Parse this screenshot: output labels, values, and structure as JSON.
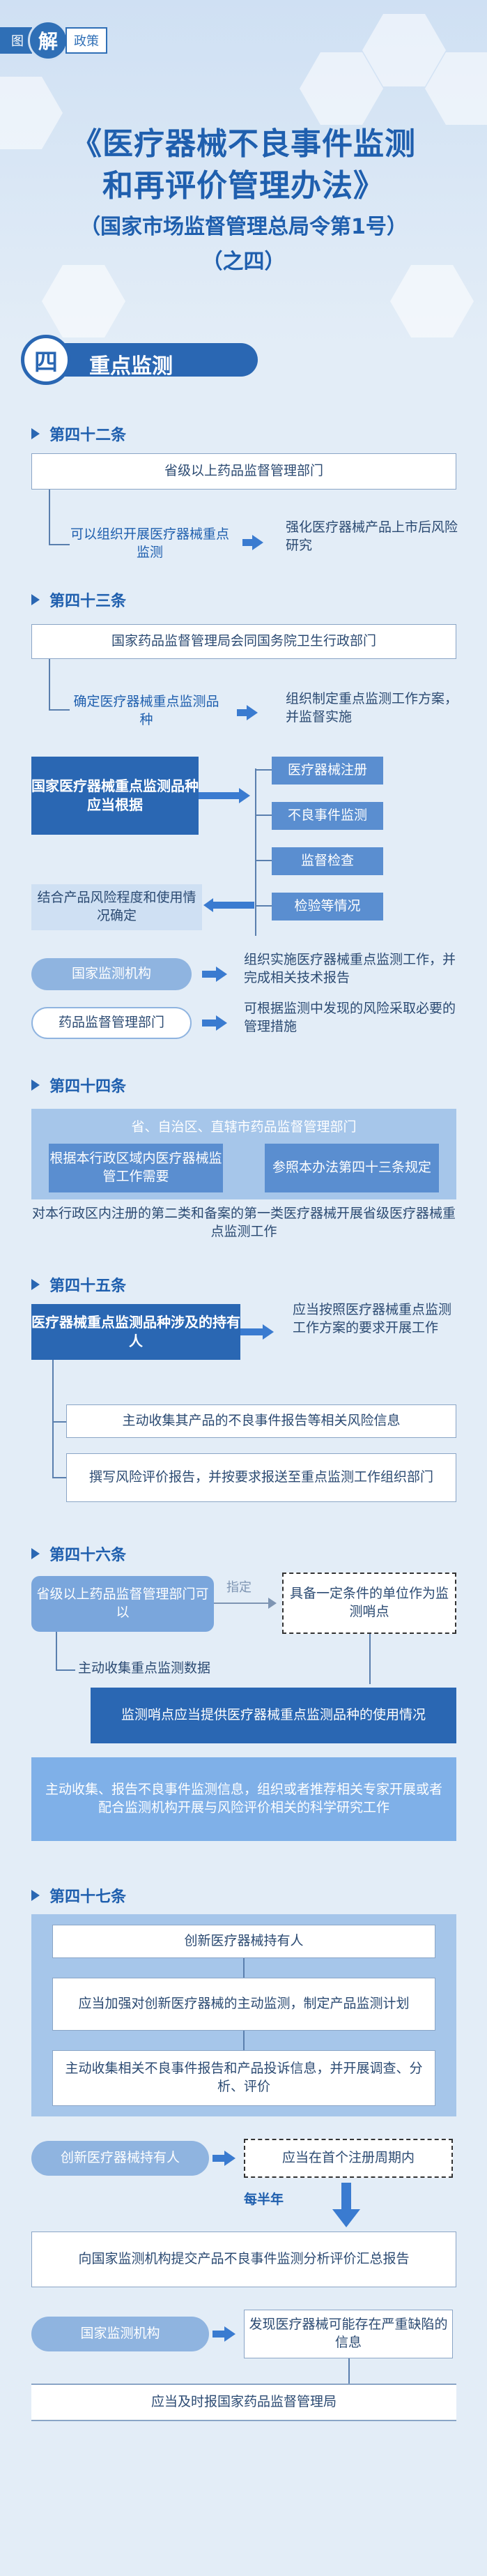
{
  "header": {
    "logo_left": "图",
    "logo_mid": "解",
    "logo_right": "政策",
    "title_line1": "《医疗器械不良事件监测",
    "title_line2": "和再评价管理办法》",
    "subtitle": "（国家市场监督管理总局令第1号）",
    "part": "（之四）"
  },
  "section": {
    "number": "四",
    "label": "重点监测"
  },
  "art42": {
    "heading": "第四十二条",
    "top_box": "省级以上药品监督管理部门",
    "left_box": "可以组织开展医疗器械重点监测",
    "right_text": "强化医疗器械产品上市后风险研究"
  },
  "art43": {
    "heading": "第四十三条",
    "top_box": "国家药品监督管理局会同国务院卫生行政部门",
    "left_box": "确定医疗器械重点监测品种",
    "right_text": "组织制定重点监测工作方案，并监督实施",
    "basis_box": "国家医疗器械重点监测品种应当根据",
    "basis_items": [
      "医疗器械注册",
      "不良事件监测",
      "监督检查",
      "检验等情况"
    ],
    "combine_text": "结合产品风险程度和使用情况确定",
    "agency_pill": "国家监测机构",
    "agency_text": "组织实施医疗器械重点监测工作，并完成相关技术报告",
    "admin_pill": "药品监督管理部门",
    "admin_text": "可根据监测中发现的风险采取必要的管理措施"
  },
  "art44": {
    "heading": "第四十四条",
    "top_box": "省、自治区、直辖市药品监督管理部门",
    "left_box": "根据本行政区域内医疗器械监管工作需要",
    "right_box": "参照本办法第四十三条规定",
    "bottom_text": "对本行政区内注册的第二类和备案的第一类医疗器械开展省级医疗器械重点监测工作"
  },
  "art45": {
    "heading": "第四十五条",
    "top_box": "医疗器械重点监测品种涉及的持有人",
    "right_text": "应当按照医疗器械重点监测工作方案的要求开展工作",
    "item1": "主动收集其产品的不良事件报告等相关风险信息",
    "item2": "撰写风险评价报告，并按要求报送至重点监测工作组织部门"
  },
  "art46": {
    "heading": "第四十六条",
    "left_box": "省级以上药品监督管理部门可以",
    "designate": "指定",
    "dash_box": "具备一定条件的单位作为监测哨点",
    "collect": "主动收集重点监测数据",
    "sentinel_box": "监测哨点应当提供医疗器械重点监测品种的使用情况",
    "bottom_box": "主动收集、报告不良事件监测信息，组织或者推荐相关专家开展或者配合监测机构开展与风险评价相关的科学研究工作"
  },
  "art47": {
    "heading": "第四十七条",
    "top_box": "创新医疗器械持有人",
    "box2": "应当加强对创新医疗器械的主动监测，制定产品监测计划",
    "box3": "主动收集相关不良事件报告和产品投诉信息，并开展调查、分析、评价",
    "pill": "创新医疗器械持有人",
    "dash_box": "应当在首个注册周期内",
    "half_year": "每半年",
    "report_box": "向国家监测机构提交产品不良事件监测分析评价汇总报告",
    "agency_pill": "国家监测机构",
    "risk_box": "发现医疗器械可能存在严重缺陷的信息",
    "final_text": "应当及时报国家药品监督管理局"
  },
  "colors": {
    "primary": "#2a67b3",
    "light": "#a6c6ea",
    "mid": "#5a8ed0",
    "background": "#e3edf7"
  }
}
